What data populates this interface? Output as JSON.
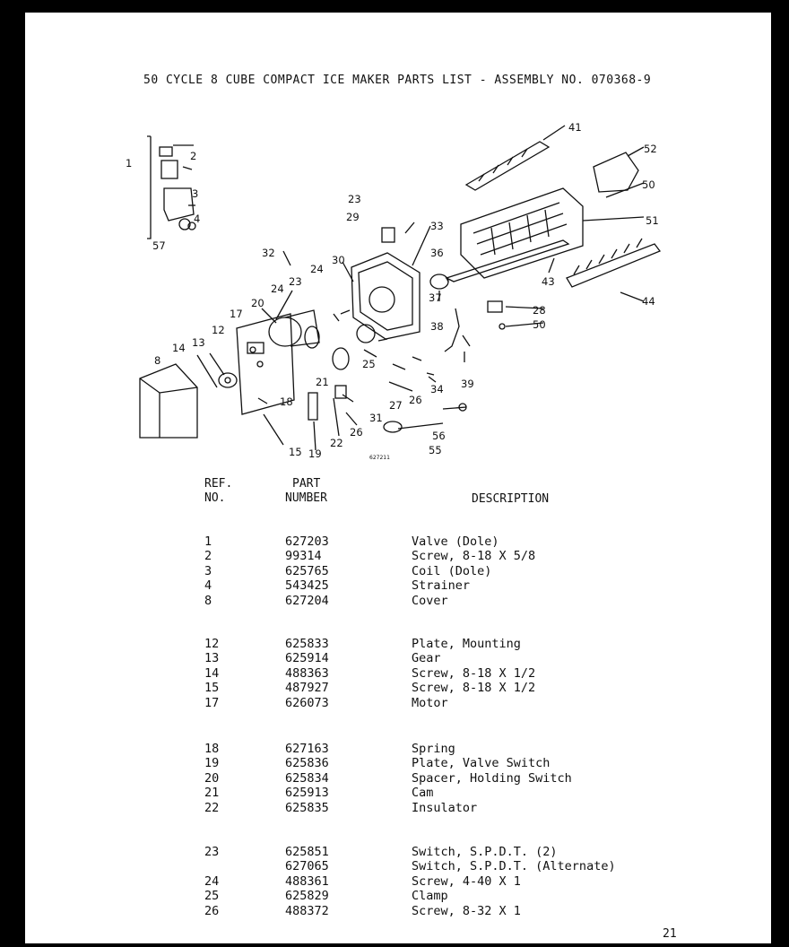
{
  "title": "50 CYCLE 8 CUBE COMPACT ICE MAKER PARTS LIST - ASSEMBLY NO. 070368-9",
  "diagram": {
    "image_number": "627211",
    "callouts": [
      "1",
      "2",
      "3",
      "4",
      "57",
      "8",
      "12",
      "13",
      "14",
      "15",
      "17",
      "18",
      "19",
      "20",
      "21",
      "22",
      "23",
      "29",
      "24",
      "25",
      "26",
      "27",
      "28",
      "30",
      "31",
      "32",
      "33",
      "34",
      "36",
      "37",
      "38",
      "39",
      "41",
      "43",
      "44",
      "50",
      "51",
      "52",
      "55",
      "56"
    ]
  },
  "headers": {
    "ref_line1": "REF.",
    "ref_line2": "NO.",
    "part_line1": "PART",
    "part_line2": "NUMBER",
    "description": "DESCRIPTION"
  },
  "rows": [
    {
      "ref": "1",
      "part": "627203",
      "desc": "Valve (Dole)"
    },
    {
      "ref": "2",
      "part": "99314",
      "desc": "Screw, 8-18 X 5/8"
    },
    {
      "ref": "3",
      "part": "625765",
      "desc": "Coil (Dole)"
    },
    {
      "ref": "4",
      "part": "543425",
      "desc": "Strainer"
    },
    {
      "ref": "8",
      "part": "627204",
      "desc": "Cover"
    },
    {
      "ref": "12",
      "part": "625833",
      "desc": "Plate, Mounting"
    },
    {
      "ref": "13",
      "part": "625914",
      "desc": "Gear"
    },
    {
      "ref": "14",
      "part": "488363",
      "desc": "Screw, 8-18 X 1/2"
    },
    {
      "ref": "15",
      "part": "487927",
      "desc": "Screw, 8-18 X 1/2"
    },
    {
      "ref": "17",
      "part": "626073",
      "desc": "Motor"
    },
    {
      "ref": "18",
      "part": "627163",
      "desc": "Spring"
    },
    {
      "ref": "19",
      "part": "625836",
      "desc": "Plate, Valve Switch"
    },
    {
      "ref": "20",
      "part": "625834",
      "desc": "Spacer, Holding Switch"
    },
    {
      "ref": "21",
      "part": "625913",
      "desc": "Cam"
    },
    {
      "ref": "22",
      "part": "625835",
      "desc": "Insulator"
    },
    {
      "ref": "23",
      "part": "625851",
      "desc": "Switch, S.P.D.T. (2)"
    },
    {
      "ref": "",
      "part": "627065",
      "desc": "Switch, S.P.D.T. (Alternate)"
    },
    {
      "ref": "24",
      "part": "488361",
      "desc": "Screw, 4-40 X 1"
    },
    {
      "ref": "25",
      "part": "625829",
      "desc": "Clamp"
    },
    {
      "ref": "26",
      "part": "488372",
      "desc": "Screw, 8-32 X 1"
    }
  ],
  "page_number": "21"
}
